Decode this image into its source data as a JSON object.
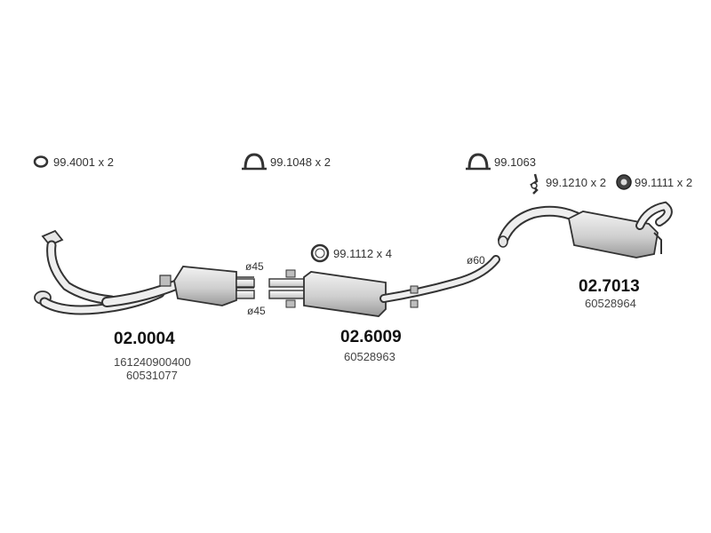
{
  "accessories": [
    {
      "code": "99.4001 x 2",
      "icon": "ring-clamp-icon"
    },
    {
      "code": "99.1048 x 2",
      "icon": "u-clamp-icon"
    },
    {
      "code": "99.1063",
      "icon": "u-clamp-icon"
    },
    {
      "code": "99.1210 x 2",
      "icon": "hanger-hook-icon"
    },
    {
      "code": "99.1111 x 2",
      "icon": "rubber-mount-icon"
    },
    {
      "code": "99.1112 x 4",
      "icon": "ring-gasket-icon"
    }
  ],
  "dimensions": {
    "d1": "ø45",
    "d2": "ø45",
    "d3": "ø60"
  },
  "parts": [
    {
      "code": "02.0004",
      "refs": [
        "161240900400",
        "60531077"
      ]
    },
    {
      "code": "02.6009",
      "refs": [
        "60528963"
      ]
    },
    {
      "code": "02.7013",
      "refs": [
        "60528964"
      ]
    }
  ],
  "colors": {
    "line": "#333333",
    "fill_light": "#e6e6e6",
    "fill_mid": "#bdbdbd"
  }
}
